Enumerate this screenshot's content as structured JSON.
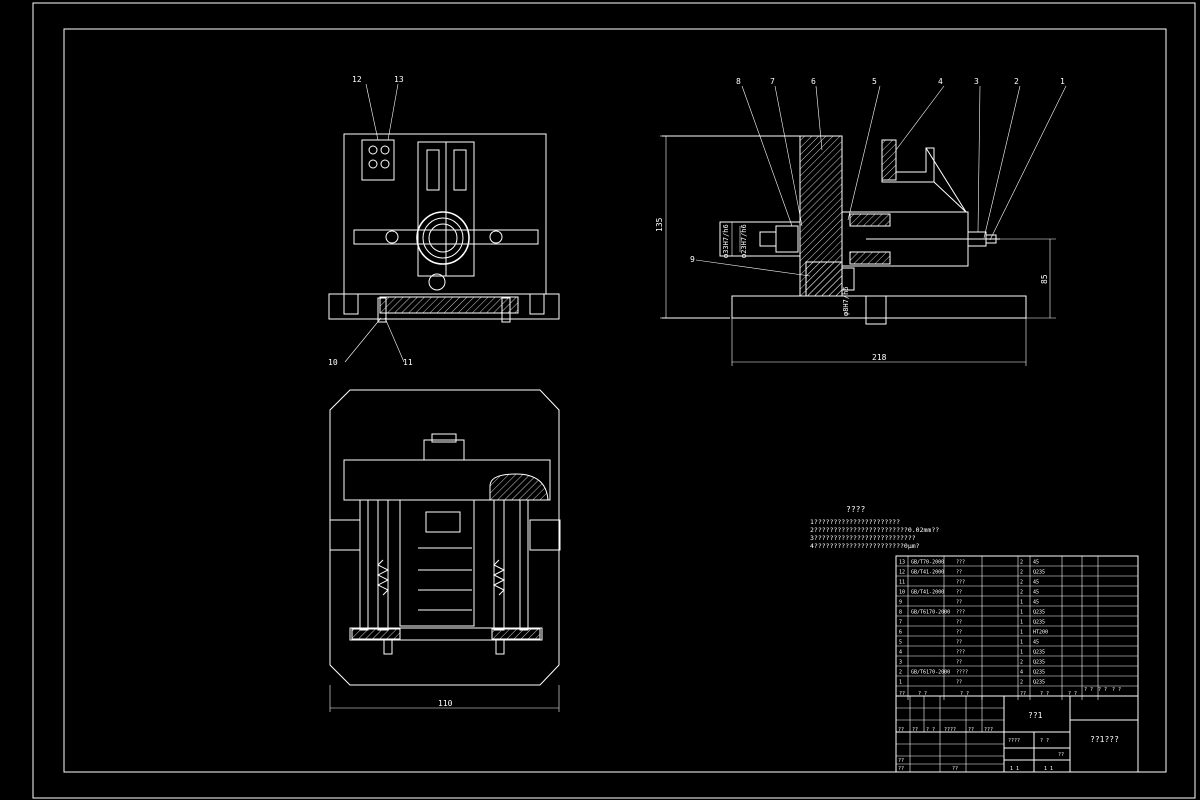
{
  "colors": {
    "background": "#000000",
    "line": "#ffffff"
  },
  "front_view": {
    "balloons": [
      "12",
      "13",
      "10",
      "11"
    ]
  },
  "side_view": {
    "balloons": [
      "8",
      "7",
      "6",
      "5",
      "4",
      "3",
      "2",
      "1",
      "9"
    ],
    "dim_vertical_left": "135",
    "dim_vertical_right": "85",
    "dim_bottom": "218",
    "fit_1": "φ33H7/h6",
    "fit_2": "φ23H7/h6",
    "fit_3": "φ8H7/h6"
  },
  "top_view": {
    "dim_bottom": "110"
  },
  "notes": {
    "title": "????",
    "lines": [
      "1??????????????????????",
      "2????????????????????????0.02mm??",
      "3??????????????????????????",
      "4???????????????????????0μm?"
    ]
  },
  "parts_list": {
    "rows": [
      {
        "no": "13",
        "std": "GB/T70-2000",
        "name": "???",
        "qty": "2",
        "mat": "45"
      },
      {
        "no": "12",
        "std": "GB/T41-2000",
        "name": "??",
        "qty": "2",
        "mat": "Q235"
      },
      {
        "no": "11",
        "std": "",
        "name": "???",
        "qty": "2",
        "mat": "45"
      },
      {
        "no": "10",
        "std": "GB/T41-2000",
        "name": "??",
        "qty": "2",
        "mat": "45"
      },
      {
        "no": "9",
        "std": "",
        "name": "??",
        "qty": "1",
        "mat": "45"
      },
      {
        "no": "8",
        "std": "GB/T6170-2000",
        "name": "???",
        "qty": "1",
        "mat": "Q235"
      },
      {
        "no": "7",
        "std": "",
        "name": "??",
        "qty": "1",
        "mat": "Q235"
      },
      {
        "no": "6",
        "std": "",
        "name": "??",
        "qty": "1",
        "mat": "HT200"
      },
      {
        "no": "5",
        "std": "",
        "name": "??",
        "qty": "1",
        "mat": "45"
      },
      {
        "no": "4",
        "std": "",
        "name": "???",
        "qty": "1",
        "mat": "Q235"
      },
      {
        "no": "3",
        "std": "",
        "name": "??",
        "qty": "2",
        "mat": "Q235"
      },
      {
        "no": "2",
        "std": "GB/T6170-2000",
        "name": "????",
        "qty": "4",
        "mat": "Q235"
      },
      {
        "no": "1",
        "std": "",
        "name": "??",
        "qty": "2",
        "mat": "Q235"
      }
    ],
    "header": [
      "??",
      "? ?",
      "? ?",
      "??",
      "? ?",
      "? ?"
    ],
    "right_header": [
      "? ?",
      "? ?",
      "? ?"
    ]
  },
  "title_block": {
    "drawing_name": "??1",
    "company": "??1???",
    "cells": [
      "??",
      "??",
      "? ?",
      "????",
      "??",
      "???",
      "????",
      "? ?",
      "??",
      "??",
      "??",
      "??",
      "1 1",
      "1 1"
    ]
  }
}
